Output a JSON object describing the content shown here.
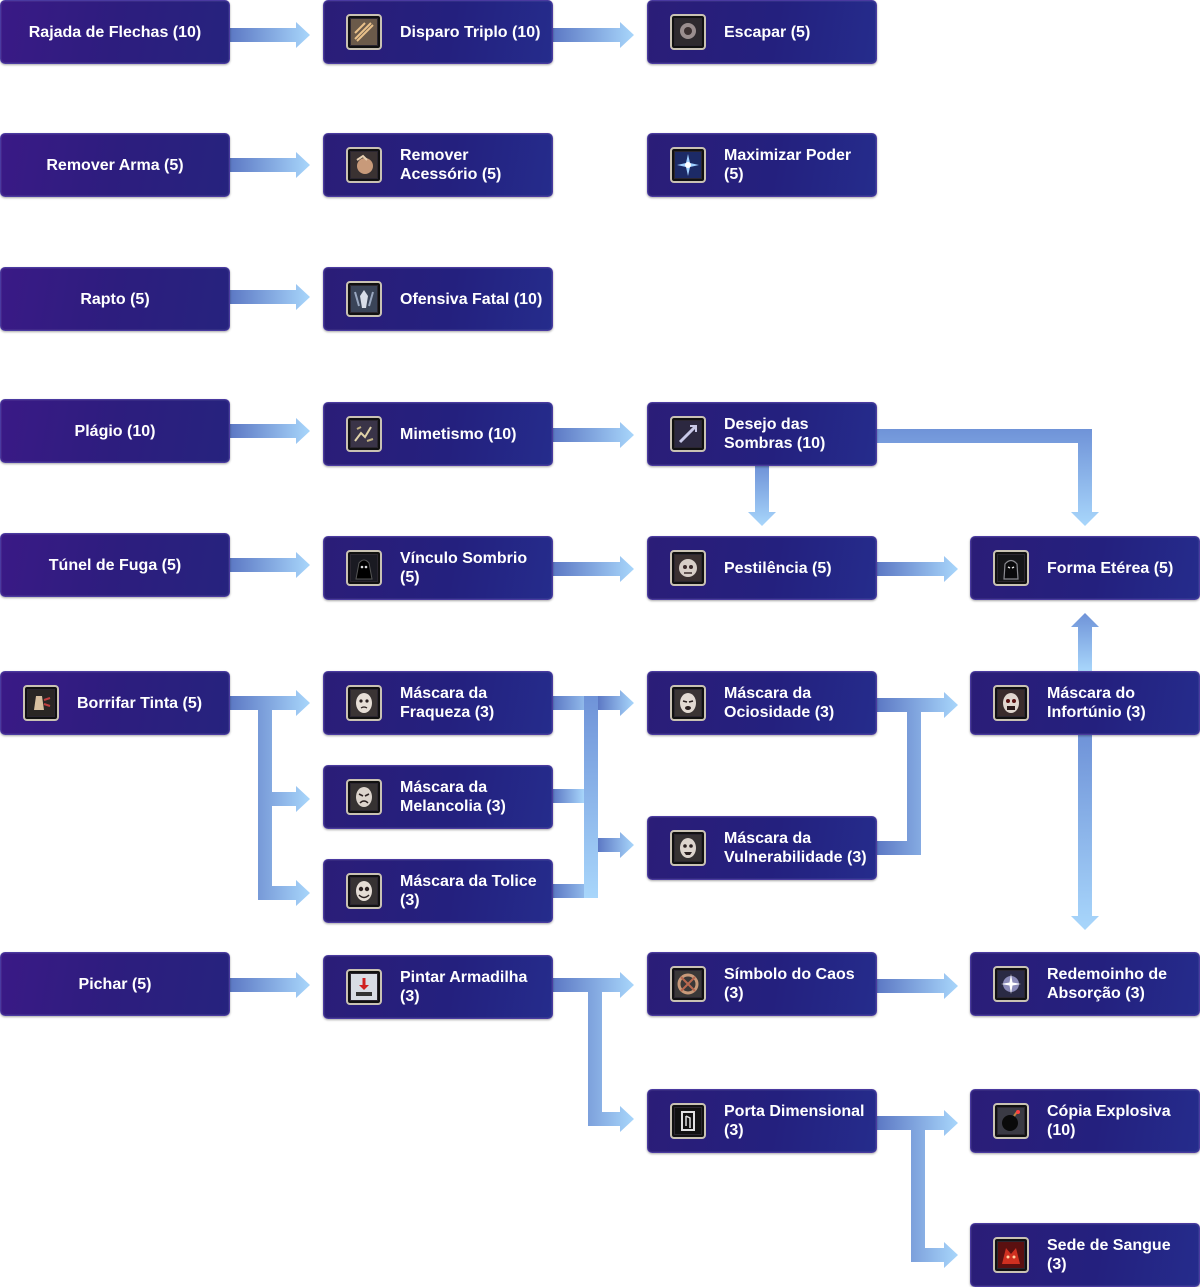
{
  "colors": {
    "box": "#24207e",
    "box_root": "#3a1a86",
    "arrow": "#8ec4f4",
    "text": "#ffffff"
  },
  "skills": {
    "rajada": {
      "label": "Rajada de Flechas (10)"
    },
    "disparo": {
      "label": "Disparo Triplo (10)",
      "icon": "triple-shot-icon"
    },
    "escapar": {
      "label": "Escapar (5)",
      "icon": "escape-icon"
    },
    "remover_arma": {
      "label": "Remover Arma (5)"
    },
    "remover_acessorio": {
      "label": "Remover Acessório (5)",
      "icon": "remove-accessory-icon"
    },
    "maximizar": {
      "label": "Maximizar Poder (5)",
      "icon": "maximize-power-icon"
    },
    "rapto": {
      "label": "Rapto (5)"
    },
    "ofensiva": {
      "label": "Ofensiva Fatal (10)",
      "icon": "fatal-offensive-icon"
    },
    "plagio": {
      "label": "Plágio (10)"
    },
    "mimetismo": {
      "label": "Mimetismo (10)",
      "icon": "mimicry-icon"
    },
    "desejo": {
      "label": "Desejo das Sombras (10)",
      "icon": "shadow-desire-icon"
    },
    "tunel": {
      "label": "Túnel de Fuga (5)"
    },
    "vinculo": {
      "label": "Vínculo Sombrio (5)",
      "icon": "shadow-bond-icon"
    },
    "pestilencia": {
      "label": "Pestilência (5)",
      "icon": "pestilence-icon"
    },
    "forma": {
      "label": "Forma Etérea (5)",
      "icon": "ethereal-form-icon"
    },
    "borrifar": {
      "label": "Borrifar Tinta (5)",
      "icon": "spray-paint-icon"
    },
    "mascara_fraqueza": {
      "label": "Máscara da Fraqueza (3)",
      "icon": "mask-weakness-icon"
    },
    "mascara_ociosidade": {
      "label": "Máscara da Ociosidade (3)",
      "icon": "mask-idleness-icon"
    },
    "mascara_infortunio": {
      "label": "Máscara do Infortúnio (3)",
      "icon": "mask-misfortune-icon"
    },
    "mascara_melancolia": {
      "label": "Máscara da Melancolia (3)",
      "icon": "mask-melancholy-icon"
    },
    "mascara_vulnerabilidade": {
      "label": "Máscara da Vulnerabilidade (3)",
      "icon": "mask-vulnerability-icon"
    },
    "mascara_tolice": {
      "label": "Máscara da Tolice (3)",
      "icon": "mask-folly-icon"
    },
    "pichar": {
      "label": "Pichar (5)"
    },
    "pintar": {
      "label": "Pintar Armadilha (3)",
      "icon": "paint-trap-icon"
    },
    "simbolo": {
      "label": "Símbolo do Caos (3)",
      "icon": "chaos-symbol-icon"
    },
    "redemoinho": {
      "label": "Redemoinho de Absorção (3)",
      "icon": "absorption-whirl-icon"
    },
    "porta": {
      "label": "Porta Dimensional (3)",
      "icon": "dimensional-door-icon"
    },
    "copia": {
      "label": "Cópia Explosiva (10)",
      "icon": "explosive-copy-icon"
    },
    "sede": {
      "label": "Sede de Sangue (3)",
      "icon": "bloodlust-icon"
    }
  }
}
